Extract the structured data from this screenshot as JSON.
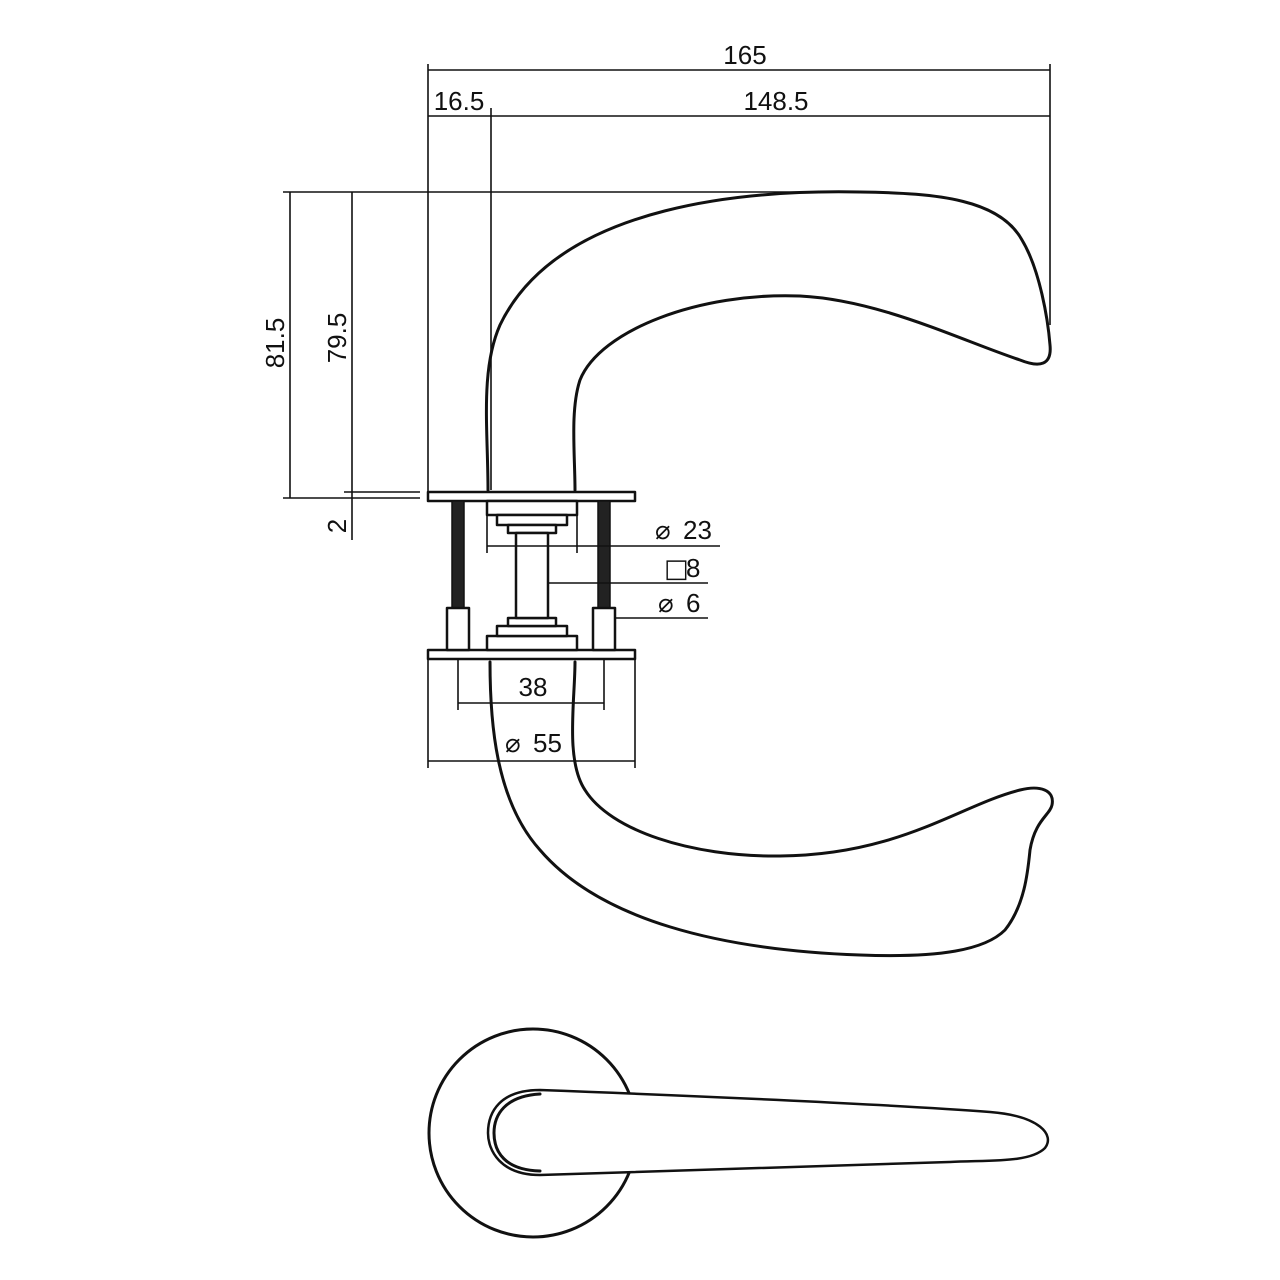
{
  "dimensions": {
    "overall_length": "165",
    "rose_offset": "16.5",
    "lever_length": "148.5",
    "height_total": "81.5",
    "height_lever": "79.5",
    "rose_thickness": "2",
    "spindle_collar": "23",
    "spindle_square": "8",
    "screw_diameter": "6",
    "screw_spacing": "38",
    "rose_diameter": "55"
  },
  "symbols": {
    "diameter": "⌀",
    "square": "□"
  },
  "colors": {
    "line": "#111111",
    "background": "#ffffff"
  }
}
